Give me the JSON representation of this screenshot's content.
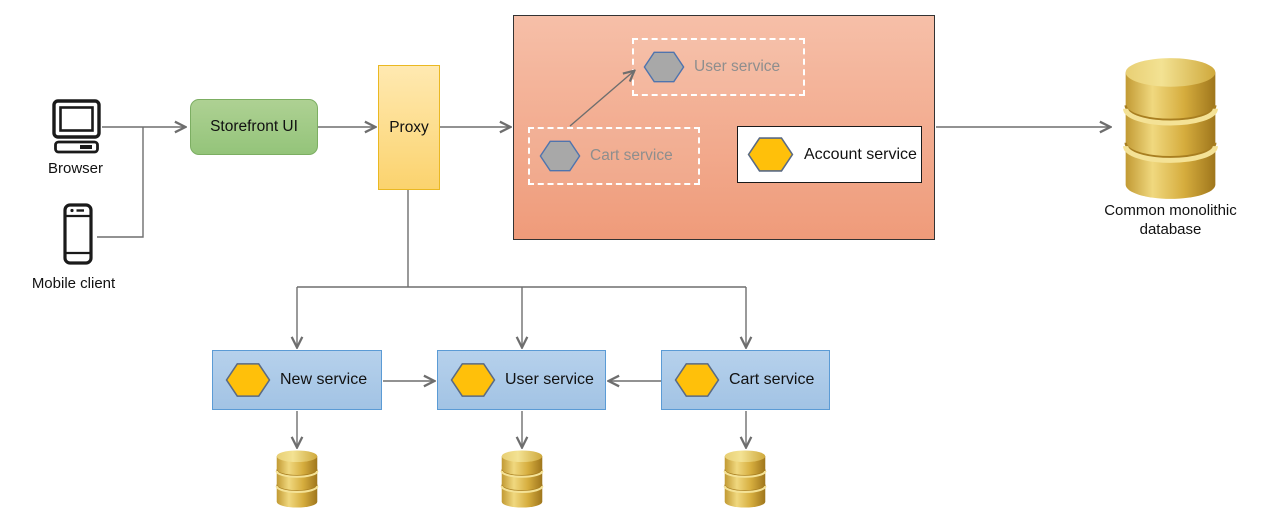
{
  "colors": {
    "text": "#111111",
    "line": "#6e6e6e",
    "green_top": "#aed193",
    "green_bottom": "#94c47a",
    "green_border": "#7cae62",
    "proxy_top": "#ffe9b1",
    "proxy_bottom": "#fbd36e",
    "proxy_border": "#eab822",
    "monolith_top": "#f6bfa8",
    "monolith_bottom": "#ef9b7a",
    "monolith_border": "#333333",
    "dashed_border": "#ffffff",
    "muted_text": "#8e8e8e",
    "account_fill": "#ffffff",
    "account_border": "#1a1a1a",
    "blue_top": "#b6d1ec",
    "blue_bottom": "#a2c3e4",
    "blue_border": "#5b9bd5",
    "hex_yellow": "#ffc00a",
    "hex_yellow_border": "#5a6a84",
    "hex_gray": "#a8a8a8",
    "hex_gray_border": "#4f74ae",
    "db_gold": "#e0ba4e",
    "db_gold_light": "#f0d87f",
    "db_gold_dark": "#9f761c",
    "icon_stroke": "#1a1a1a"
  },
  "nodes": {
    "browser": {
      "label": "Browser"
    },
    "mobile_client": {
      "label": "Mobile client"
    },
    "storefront": {
      "label": "Storefront UI"
    },
    "proxy": {
      "label": "Proxy"
    },
    "monolith": {
      "user_service": {
        "label": "User service"
      },
      "cart_service": {
        "label": "Cart service"
      },
      "account_service": {
        "label": "Account service"
      }
    },
    "monolithic_database": {
      "label": "Common monolithic database"
    },
    "extracted_services": [
      {
        "label": "New service"
      },
      {
        "label": "User service"
      },
      {
        "label": "Cart service"
      }
    ]
  }
}
